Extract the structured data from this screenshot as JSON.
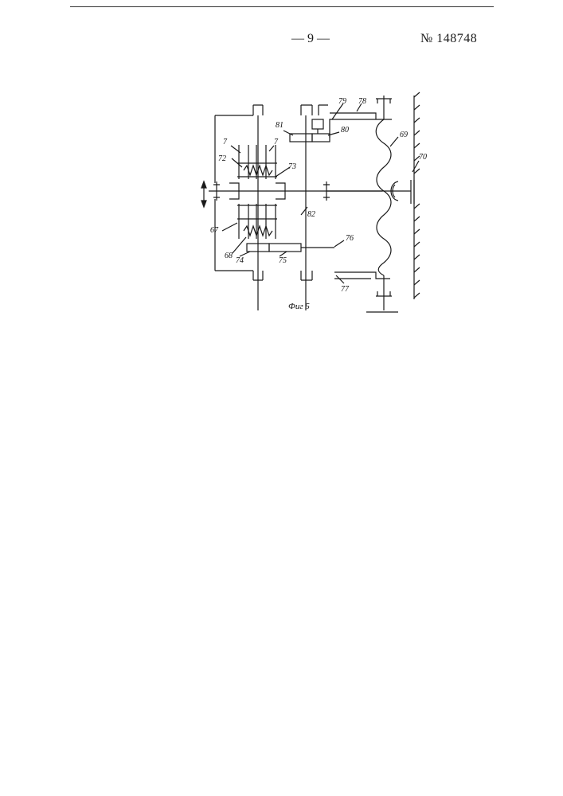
{
  "header": {
    "page_number": "— 9 —",
    "patent_number": "№ 148748"
  },
  "figure": {
    "caption": "Фиг 5",
    "labels": [
      "7",
      "7",
      "72",
      "73",
      "67",
      "68",
      "74",
      "75",
      "76",
      "77",
      "78",
      "79",
      "80",
      "81",
      "82",
      "69",
      "70"
    ]
  }
}
